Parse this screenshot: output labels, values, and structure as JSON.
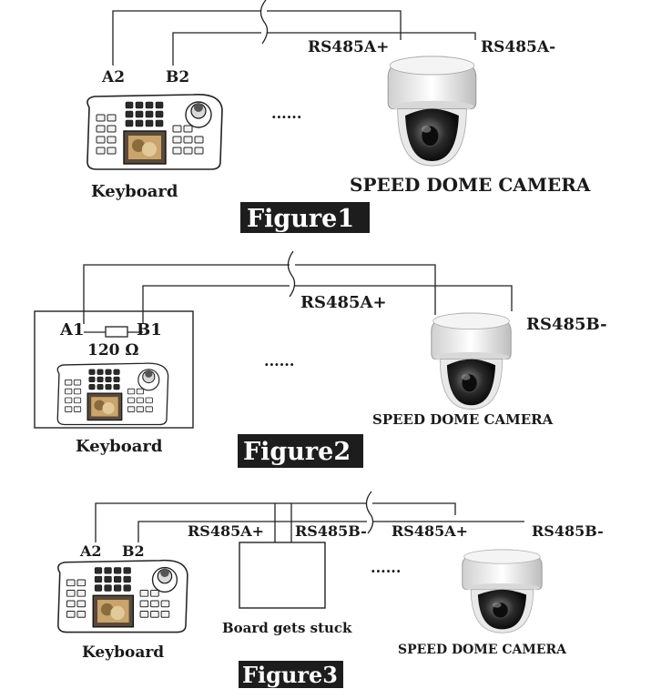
{
  "figure1": {
    "caption": "Figure1",
    "keyboard_label": "Keyboard",
    "terminal_a": "A2",
    "terminal_b": "B2",
    "camera_pos_label": "RS485A+",
    "camera_neg_label": "RS485A-",
    "ellipsis": "......",
    "camera_label": "SPEED DOME CAMERA"
  },
  "figure2": {
    "caption": "Figure2",
    "keyboard_label": "Keyboard",
    "terminal_a": "A1",
    "terminal_b": "B1",
    "resistor_label": "120 Ω",
    "camera_pos_label": "RS485A+",
    "camera_neg_label": "RS485B-",
    "ellipsis": "......",
    "camera_label": "SPEED DOME CAMERA"
  },
  "figure3": {
    "caption": "Figure3",
    "keyboard_label": "Keyboard",
    "terminal_a": "A2",
    "terminal_b": "B2",
    "board_pos_label": "RS485A+",
    "board_neg_label": "RS485B-",
    "board_label": "Board gets stuck",
    "camera_pos_label": "RS485A+",
    "camera_neg_label": "RS485B-",
    "ellipsis": "......",
    "camera_label": "SPEED DOME CAMERA"
  }
}
